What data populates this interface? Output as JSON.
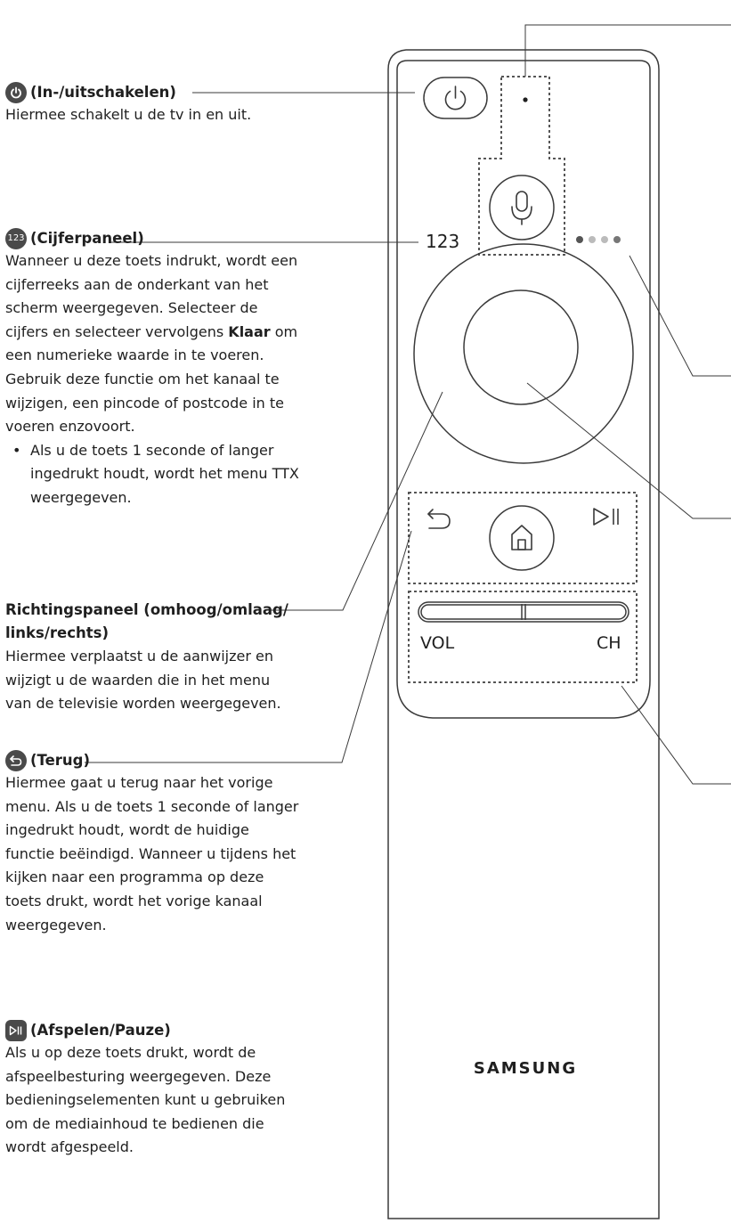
{
  "sections": {
    "power": {
      "title": "(In-/uitschakelen)",
      "body": "Hiermee schakelt u de tv in en uit."
    },
    "numpad": {
      "badge": "123",
      "title": "(Cijferpaneel)",
      "body_1": "Wanneer u deze toets indrukt, wordt een cijferreeks aan de onderkant van het scherm weergegeven. Selecteer de cijfers en selecteer vervolgens",
      "body_bold": "Klaar",
      "body_2": "om een numerieke waarde in te voeren. Gebruik deze functie om het kanaal te wijzigen, een pincode of postcode in te voeren enzovoort.",
      "bullet": "Als u de toets 1 seconde of langer ingedrukt houdt, wordt het menu TTX weergegeven."
    },
    "direction": {
      "title": "Richtingspaneel (omhoog/omlaag/ links/rechts)",
      "body": "Hiermee verplaatst u de aanwijzer en wijzigt u de waarden die in het menu van de televisie worden weergegeven."
    },
    "back": {
      "title": "(Terug)",
      "body": "Hiermee gaat u terug naar het vorige menu. Als u de toets 1 seconde of langer ingedrukt houdt, wordt de huidige functie beëindigd. Wanneer u tijdens het kijken naar een programma op deze toets drukt, wordt het vorige kanaal weergegeven."
    },
    "play": {
      "title": "(Afspelen/Pauze)",
      "body": "Als u op deze toets drukt, wordt de afspeelbesturing weergegeven. Deze bedieningselementen kunt u gebruiken om de mediainhoud te bedienen die wordt afgespeeld."
    }
  },
  "remote": {
    "numpad_label": "123",
    "vol_label": "VOL",
    "ch_label": "CH",
    "brand": "SAMSUNG"
  }
}
